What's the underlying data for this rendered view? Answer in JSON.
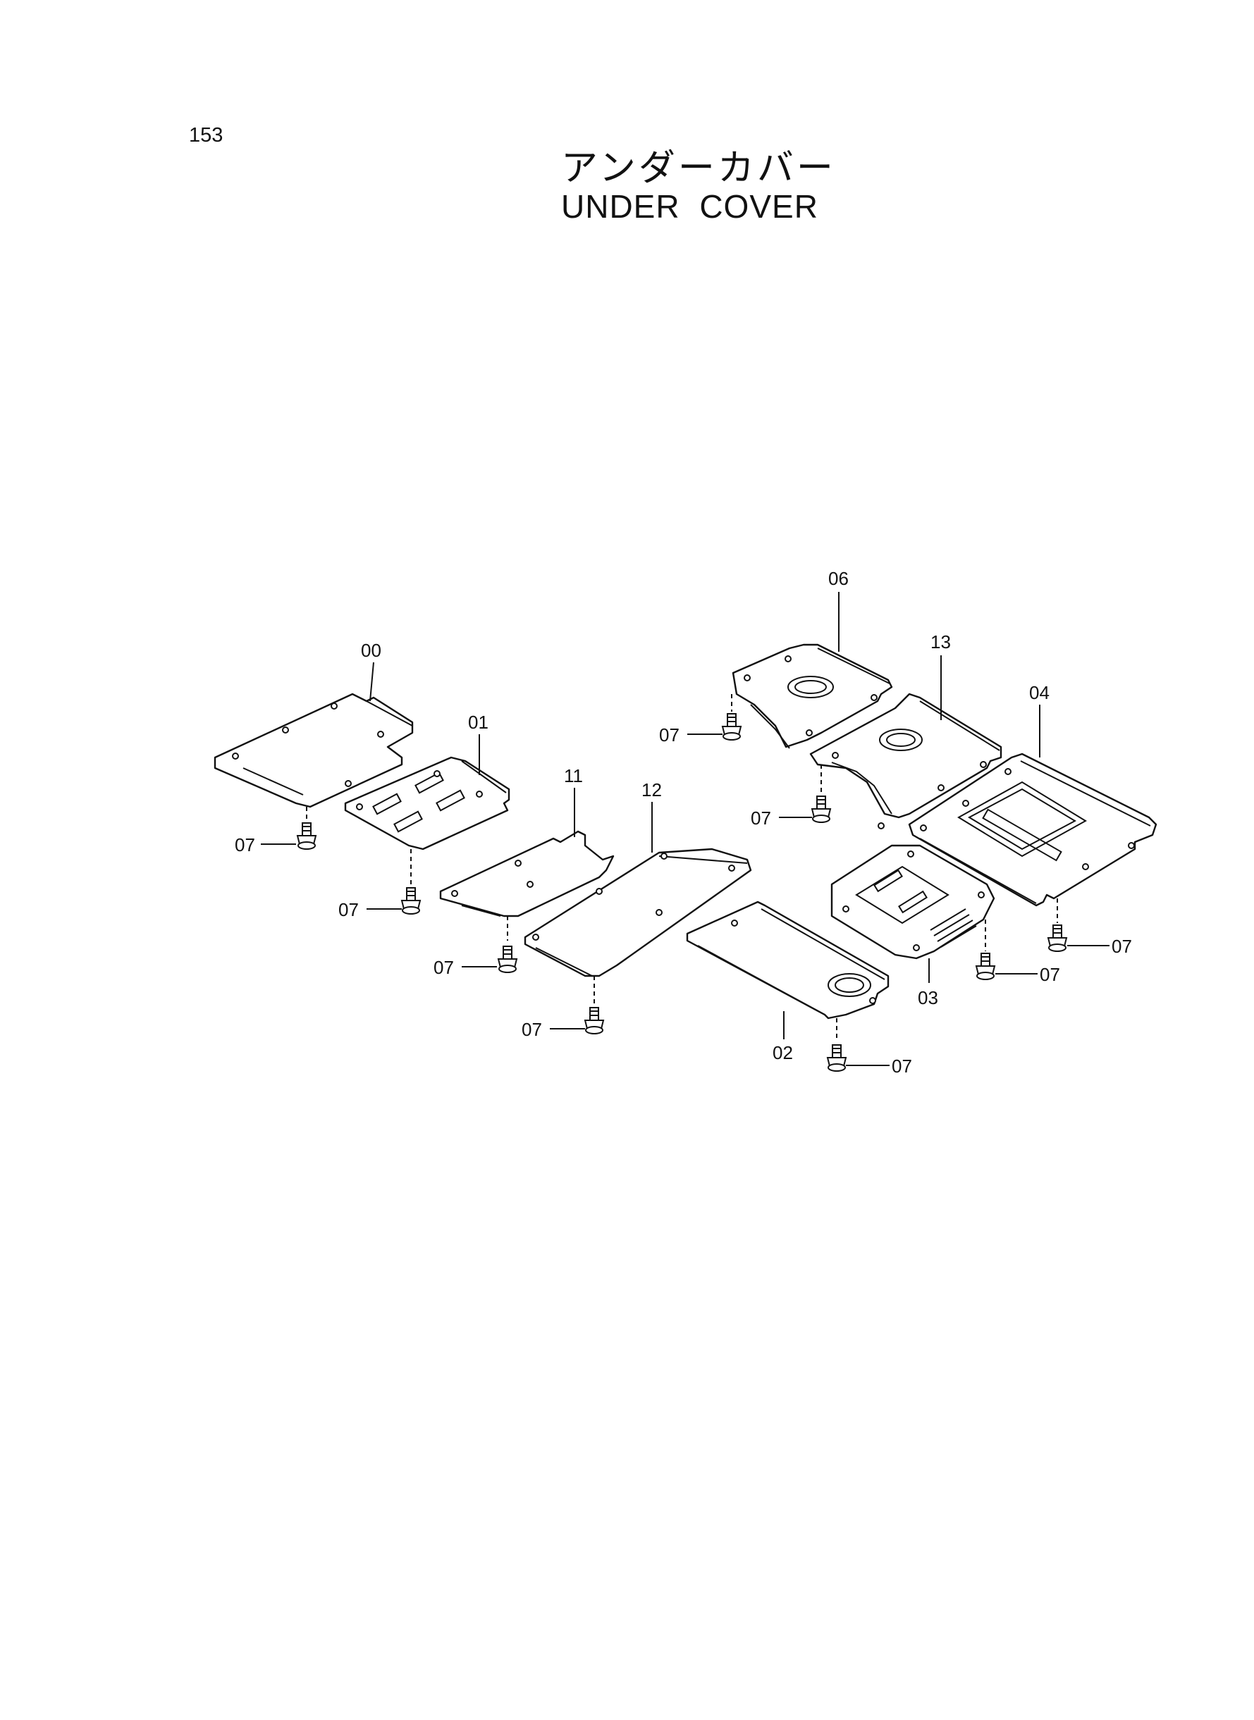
{
  "page_number": "153",
  "title_jp": "アンダーカバー",
  "title_en": "UNDER  COVER",
  "diagram": {
    "callouts": {
      "part_00": "00",
      "part_01": "01",
      "part_02": "02",
      "part_03": "03",
      "part_04": "04",
      "part_06": "06",
      "part_11": "11",
      "part_12": "12",
      "part_13": "13",
      "bolt": "07"
    }
  }
}
